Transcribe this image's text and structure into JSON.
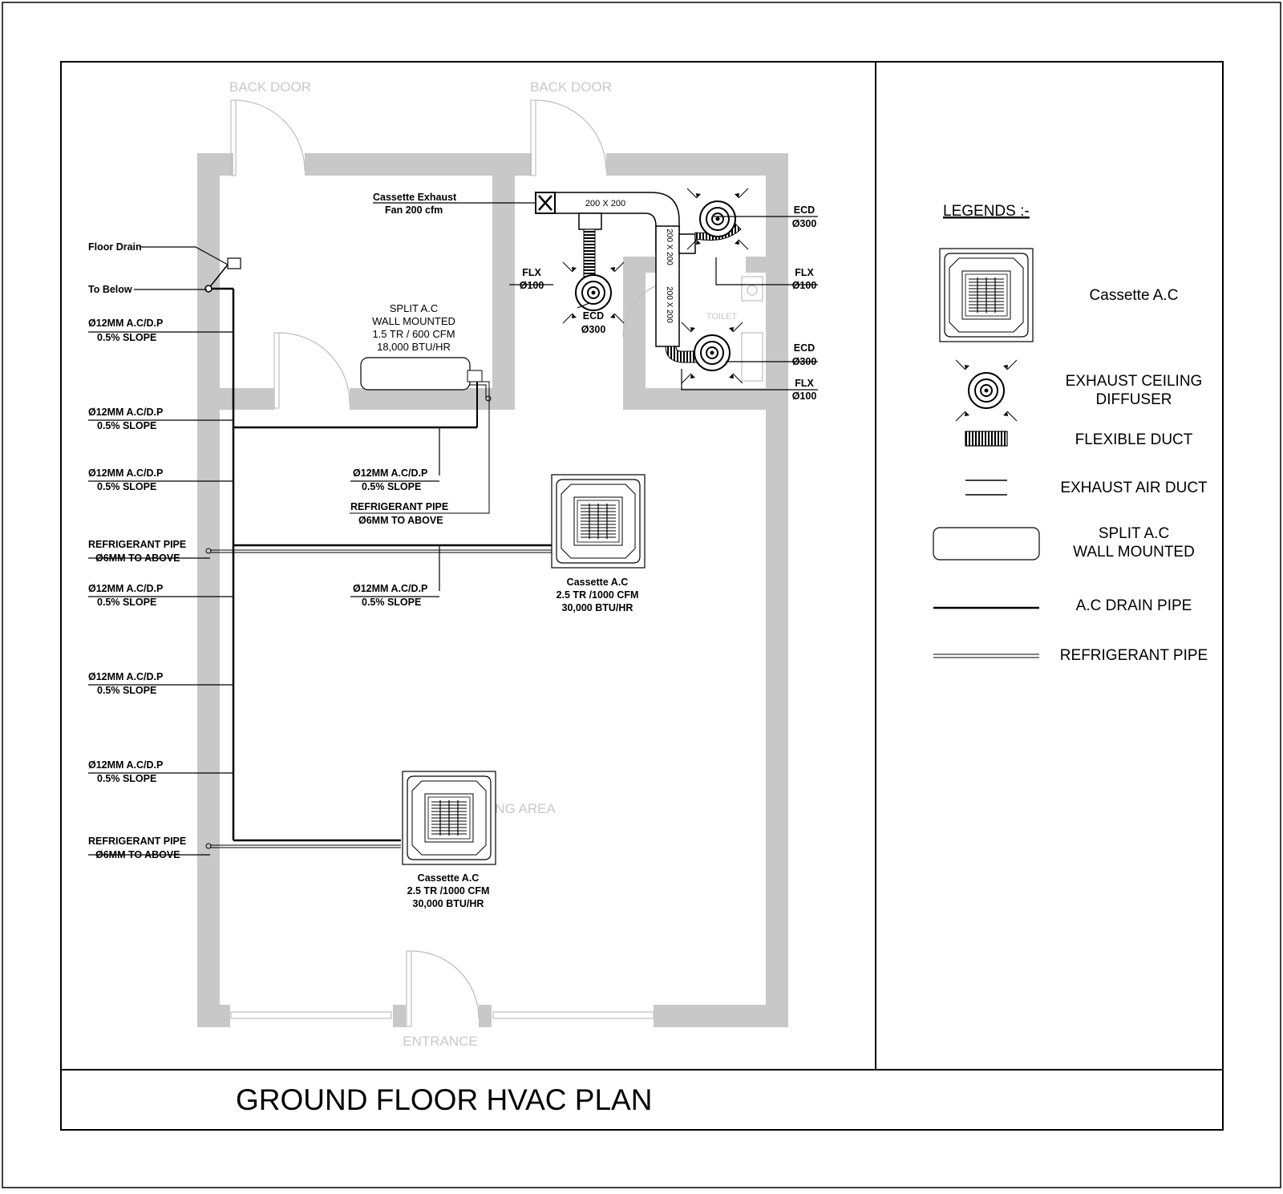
{
  "title": "GROUND FLOOR HVAC PLAN",
  "rooms": {
    "back_door_left": "BACK DOOR",
    "back_door_right": "BACK DOOR",
    "toilet": "TOILET",
    "dining_area_visible": "NG AREA",
    "entrance": "ENTRANCE"
  },
  "left_callouts": [
    {
      "line1": "Floor Drain",
      "line2": ""
    },
    {
      "line1": "To Below",
      "line2": ""
    },
    {
      "line1": "Ø12MM A.C/D.P",
      "line2": "0.5% SLOPE"
    },
    {
      "line1": "Ø12MM A.C/D.P",
      "line2": "0.5% SLOPE"
    },
    {
      "line1": "Ø12MM A.C/D.P",
      "line2": "0.5% SLOPE"
    },
    {
      "line1": "REFRIGERANT PIPE",
      "line2": "Ø6MM TO ABOVE"
    },
    {
      "line1": "Ø12MM A.C/D.P",
      "line2": "0.5% SLOPE"
    },
    {
      "line1": "Ø12MM A.C/D.P",
      "line2": "0.5% SLOPE"
    },
    {
      "line1": "Ø12MM A.C/D.P",
      "line2": "0.5% SLOPE"
    },
    {
      "line1": "REFRIGERANT PIPE",
      "line2": "Ø6MM TO ABOVE"
    }
  ],
  "inner_callouts": [
    {
      "line1": "Ø12MM A.C/D.P",
      "line2": "0.5% SLOPE"
    },
    {
      "line1": "REFRIGERANT PIPE",
      "line2": "Ø6MM TO ABOVE"
    },
    {
      "line1": "Ø12MM A.C/D.P",
      "line2": "0.5% SLOPE"
    }
  ],
  "exhaust_fan": {
    "line1": "Cassette Exhaust",
    "line2": "Fan 200 cfm"
  },
  "duct_sizes": [
    "200 X 200",
    "200 X 200",
    "200 X 200"
  ],
  "duct_callouts": [
    {
      "line1": "FLX",
      "line2": "Ø100"
    },
    {
      "line1": "ECD",
      "line2": "Ø300"
    },
    {
      "line1": "ECD",
      "line2": "Ø300"
    },
    {
      "line1": "FLX",
      "line2": "Ø100"
    },
    {
      "line1": "ECD",
      "line2": "Ø300"
    },
    {
      "line1": "FLX",
      "line2": "Ø100"
    }
  ],
  "split_ac": {
    "line1": "SPLIT A.C",
    "line2": "WALL MOUNTED",
    "line3": "1.5 TR / 600 CFM",
    "line4": "18,000 BTU/HR"
  },
  "cassettes": [
    {
      "line1": "Cassette A.C",
      "line2": "2.5 TR /1000 CFM",
      "line3": "30,000 BTU/HR"
    },
    {
      "line1": "Cassette A.C",
      "line2": "2.5 TR /1000 CFM",
      "line3": "30,000 BTU/HR"
    }
  ],
  "legend": {
    "heading": "LEGENDS :-",
    "items": [
      {
        "icon": "cassette-ac-icon",
        "line1": "Cassette A.C",
        "line2": ""
      },
      {
        "icon": "exhaust-ceiling-diffuser-icon",
        "line1": "EXHAUST CEILING",
        "line2": "DIFFUSER"
      },
      {
        "icon": "flexible-duct-icon",
        "line1": "FLEXIBLE DUCT",
        "line2": ""
      },
      {
        "icon": "exhaust-air-duct-icon",
        "line1": "EXHAUST AIR DUCT",
        "line2": ""
      },
      {
        "icon": "split-ac-icon",
        "line1": "SPLIT A.C",
        "line2": "WALL MOUNTED"
      },
      {
        "icon": "ac-drain-pipe-icon",
        "line1": "A.C DRAIN PIPE",
        "line2": ""
      },
      {
        "icon": "refrigerant-pipe-icon",
        "line1": "REFRIGERANT PIPE",
        "line2": ""
      }
    ]
  },
  "colors": {
    "wall": "#c8c8c8",
    "line": "#000000",
    "room_label": "#c8c8c8"
  }
}
